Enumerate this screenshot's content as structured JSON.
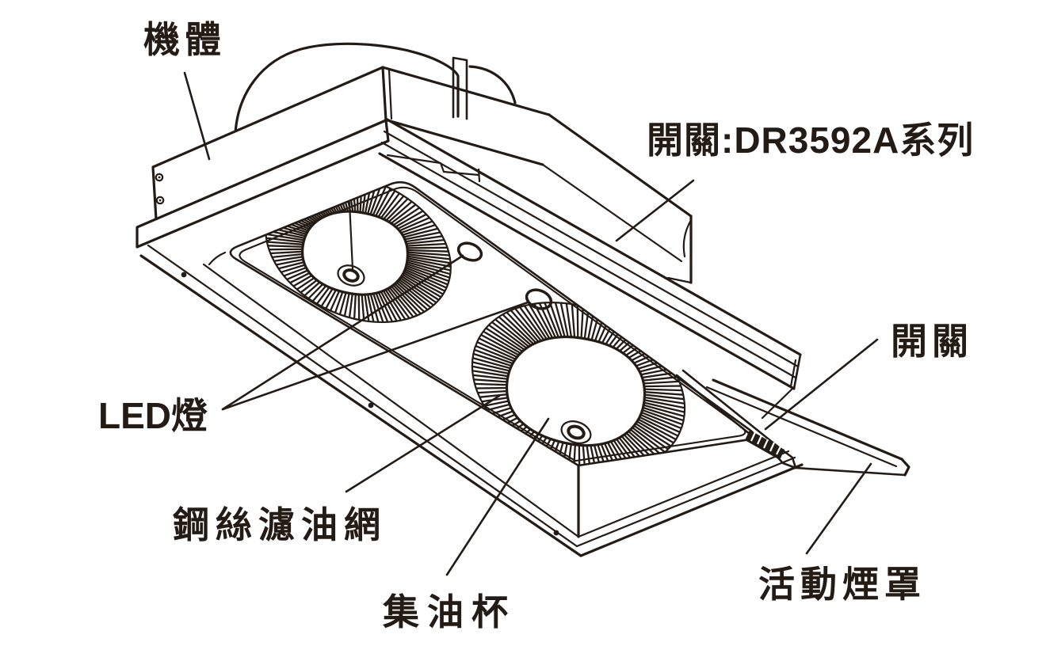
{
  "figure": {
    "background_color": "#ffffff",
    "ink_color": "#241b15",
    "labels": {
      "body": "機體",
      "switch_series": "開關:DR3592A系列",
      "switch": "開關",
      "led_light": "LED燈",
      "wire_oil_filter": "鋼絲濾油網",
      "oil_cup": "集油杯",
      "movable_hood": "活動煙罩"
    }
  }
}
